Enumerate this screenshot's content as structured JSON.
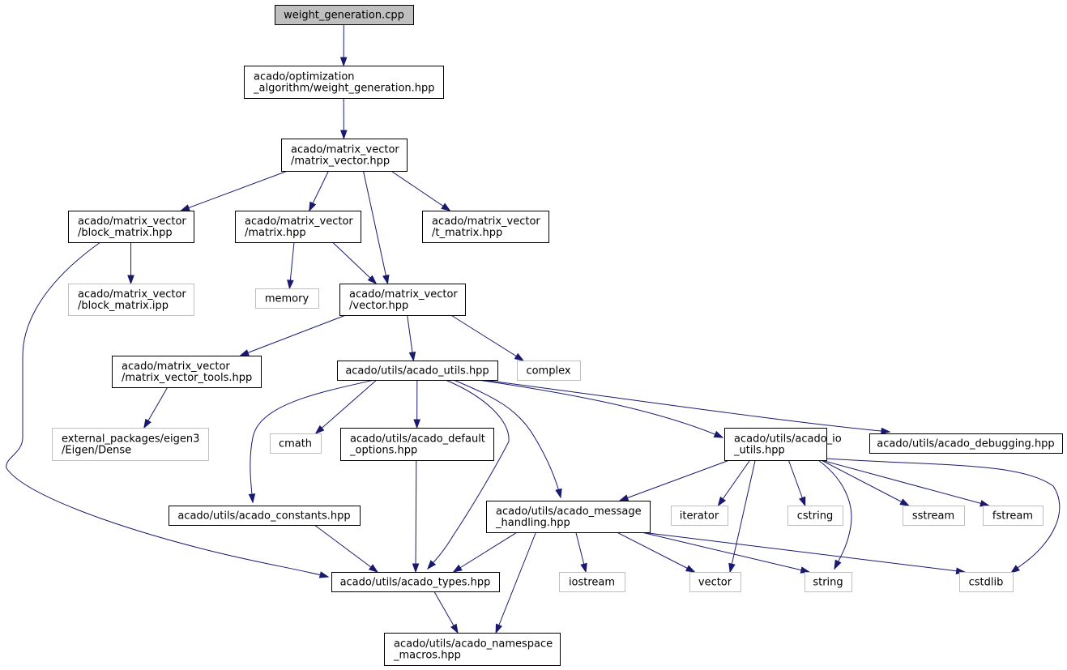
{
  "colors": {
    "edge": "#191970",
    "root_fill": "#bfbfbf",
    "border_documented": "#000000",
    "border_external": "#bfbfbf",
    "background": "#ffffff"
  },
  "nodes": {
    "weight_generation_cpp": {
      "lines": [
        "weight_generation.cpp"
      ],
      "kind": "root"
    },
    "weight_generation_hpp": {
      "lines": [
        "acado/optimization",
        "_algorithm/weight_generation.hpp"
      ],
      "kind": "documented"
    },
    "matrix_vector_hpp": {
      "lines": [
        "acado/matrix_vector",
        "/matrix_vector.hpp"
      ],
      "kind": "documented"
    },
    "block_matrix_hpp": {
      "lines": [
        "acado/matrix_vector",
        "/block_matrix.hpp"
      ],
      "kind": "documented"
    },
    "matrix_hpp": {
      "lines": [
        "acado/matrix_vector",
        "/matrix.hpp"
      ],
      "kind": "documented"
    },
    "t_matrix_hpp": {
      "lines": [
        "acado/matrix_vector",
        "/t_matrix.hpp"
      ],
      "kind": "documented"
    },
    "block_matrix_ipp": {
      "lines": [
        "acado/matrix_vector",
        "/block_matrix.ipp"
      ],
      "kind": "external"
    },
    "memory": {
      "lines": [
        "memory"
      ],
      "kind": "external"
    },
    "vector_hpp": {
      "lines": [
        "acado/matrix_vector",
        "/vector.hpp"
      ],
      "kind": "documented"
    },
    "matrix_vector_tools_hpp": {
      "lines": [
        "acado/matrix_vector",
        "/matrix_vector_tools.hpp"
      ],
      "kind": "documented"
    },
    "acado_utils_hpp": {
      "lines": [
        "acado/utils/acado_utils.hpp"
      ],
      "kind": "documented"
    },
    "complex": {
      "lines": [
        "complex"
      ],
      "kind": "external"
    },
    "eigen_dense": {
      "lines": [
        "external_packages/eigen3",
        "/Eigen/Dense"
      ],
      "kind": "external"
    },
    "cmath": {
      "lines": [
        "cmath"
      ],
      "kind": "external"
    },
    "acado_default_options_hpp": {
      "lines": [
        "acado/utils/acado_default",
        "_options.hpp"
      ],
      "kind": "documented"
    },
    "acado_io_utils_hpp": {
      "lines": [
        "acado/utils/acado_io",
        "_utils.hpp"
      ],
      "kind": "documented"
    },
    "acado_debugging_hpp": {
      "lines": [
        "acado/utils/acado_debugging.hpp"
      ],
      "kind": "documented"
    },
    "acado_constants_hpp": {
      "lines": [
        "acado/utils/acado_constants.hpp"
      ],
      "kind": "documented"
    },
    "acado_message_handling_hpp": {
      "lines": [
        "acado/utils/acado_message",
        "_handling.hpp"
      ],
      "kind": "documented"
    },
    "iterator": {
      "lines": [
        "iterator"
      ],
      "kind": "external"
    },
    "cstring": {
      "lines": [
        "cstring"
      ],
      "kind": "external"
    },
    "sstream": {
      "lines": [
        "sstream"
      ],
      "kind": "external"
    },
    "fstream": {
      "lines": [
        "fstream"
      ],
      "kind": "external"
    },
    "acado_types_hpp": {
      "lines": [
        "acado/utils/acado_types.hpp"
      ],
      "kind": "documented"
    },
    "iostream": {
      "lines": [
        "iostream"
      ],
      "kind": "external"
    },
    "vector": {
      "lines": [
        "vector"
      ],
      "kind": "external"
    },
    "string": {
      "lines": [
        "string"
      ],
      "kind": "external"
    },
    "cstdlib": {
      "lines": [
        "cstdlib"
      ],
      "kind": "external"
    },
    "acado_namespace_macros_hpp": {
      "lines": [
        "acado/utils/acado_namespace",
        "_macros.hpp"
      ],
      "kind": "documented"
    }
  },
  "edges": [
    [
      "weight_generation_cpp",
      "weight_generation_hpp"
    ],
    [
      "weight_generation_hpp",
      "matrix_vector_hpp"
    ],
    [
      "matrix_vector_hpp",
      "block_matrix_hpp"
    ],
    [
      "matrix_vector_hpp",
      "matrix_hpp"
    ],
    [
      "matrix_vector_hpp",
      "t_matrix_hpp"
    ],
    [
      "matrix_vector_hpp",
      "vector_hpp"
    ],
    [
      "block_matrix_hpp",
      "block_matrix_ipp"
    ],
    [
      "block_matrix_hpp",
      "acado_types_hpp"
    ],
    [
      "matrix_hpp",
      "memory"
    ],
    [
      "matrix_hpp",
      "vector_hpp"
    ],
    [
      "vector_hpp",
      "matrix_vector_tools_hpp"
    ],
    [
      "vector_hpp",
      "acado_utils_hpp"
    ],
    [
      "vector_hpp",
      "complex"
    ],
    [
      "matrix_vector_tools_hpp",
      "eigen_dense"
    ],
    [
      "acado_utils_hpp",
      "cmath"
    ],
    [
      "acado_utils_hpp",
      "acado_default_options_hpp"
    ],
    [
      "acado_utils_hpp",
      "acado_io_utils_hpp"
    ],
    [
      "acado_utils_hpp",
      "acado_debugging_hpp"
    ],
    [
      "acado_utils_hpp",
      "acado_constants_hpp"
    ],
    [
      "acado_utils_hpp",
      "acado_message_handling_hpp"
    ],
    [
      "acado_utils_hpp",
      "acado_types_hpp"
    ],
    [
      "acado_default_options_hpp",
      "acado_types_hpp"
    ],
    [
      "acado_constants_hpp",
      "acado_types_hpp"
    ],
    [
      "acado_io_utils_hpp",
      "acado_message_handling_hpp"
    ],
    [
      "acado_io_utils_hpp",
      "iterator"
    ],
    [
      "acado_io_utils_hpp",
      "vector"
    ],
    [
      "acado_io_utils_hpp",
      "cstring"
    ],
    [
      "acado_io_utils_hpp",
      "string"
    ],
    [
      "acado_io_utils_hpp",
      "sstream"
    ],
    [
      "acado_io_utils_hpp",
      "fstream"
    ],
    [
      "acado_io_utils_hpp",
      "cstdlib"
    ],
    [
      "acado_message_handling_hpp",
      "acado_types_hpp"
    ],
    [
      "acado_message_handling_hpp",
      "acado_namespace_macros_hpp"
    ],
    [
      "acado_message_handling_hpp",
      "iostream"
    ],
    [
      "acado_message_handling_hpp",
      "vector"
    ],
    [
      "acado_message_handling_hpp",
      "string"
    ],
    [
      "acado_message_handling_hpp",
      "cstdlib"
    ],
    [
      "acado_types_hpp",
      "acado_namespace_macros_hpp"
    ]
  ]
}
